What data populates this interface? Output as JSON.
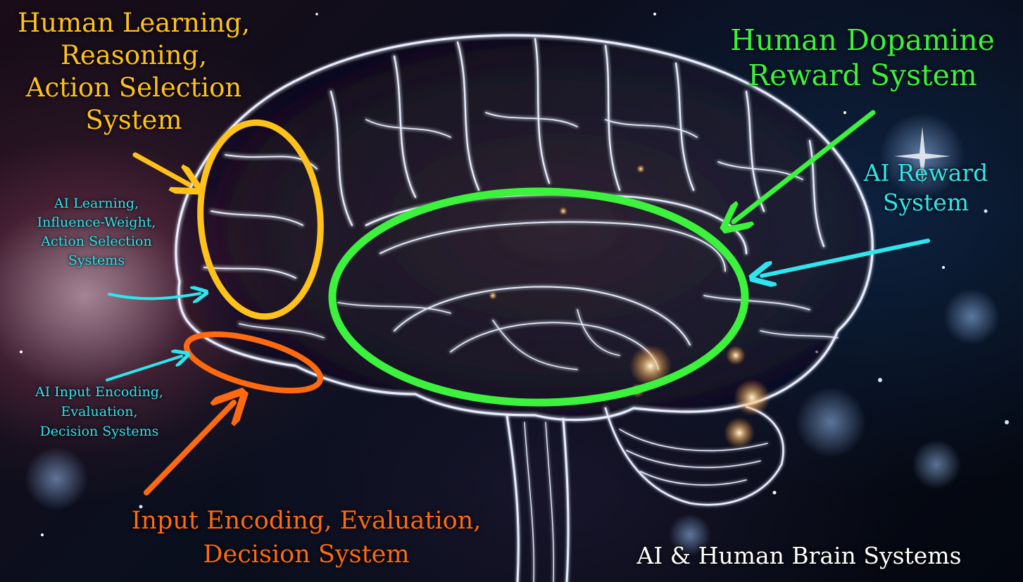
{
  "labels": {
    "human_learning": "Human Learning,\nReasoning,\nAction Selection\nSystem",
    "human_dopamine": "Human Dopamine\nReward System",
    "ai_reward": "AI Reward\nSystem",
    "ai_learning": "AI Learning,\nInfluence-Weight,\nAction Selection\nSystems",
    "ai_input": "AI Input Encoding,\nEvaluation,\nDecision Systems",
    "input_encoding": "Input Encoding, Evaluation,\nDecision System",
    "footer_title": "AI & Human Brain Systems"
  },
  "colors": {
    "human_learning": "#ffc21a",
    "human_dopamine": "#3cf23c",
    "ai_labels": "#2fe6ee",
    "input_encoding": "#ff6a10",
    "footer_title": "#ffffff"
  },
  "icons": {
    "background": "starfield-nebula",
    "brain": "brain-sagittal-glow"
  }
}
